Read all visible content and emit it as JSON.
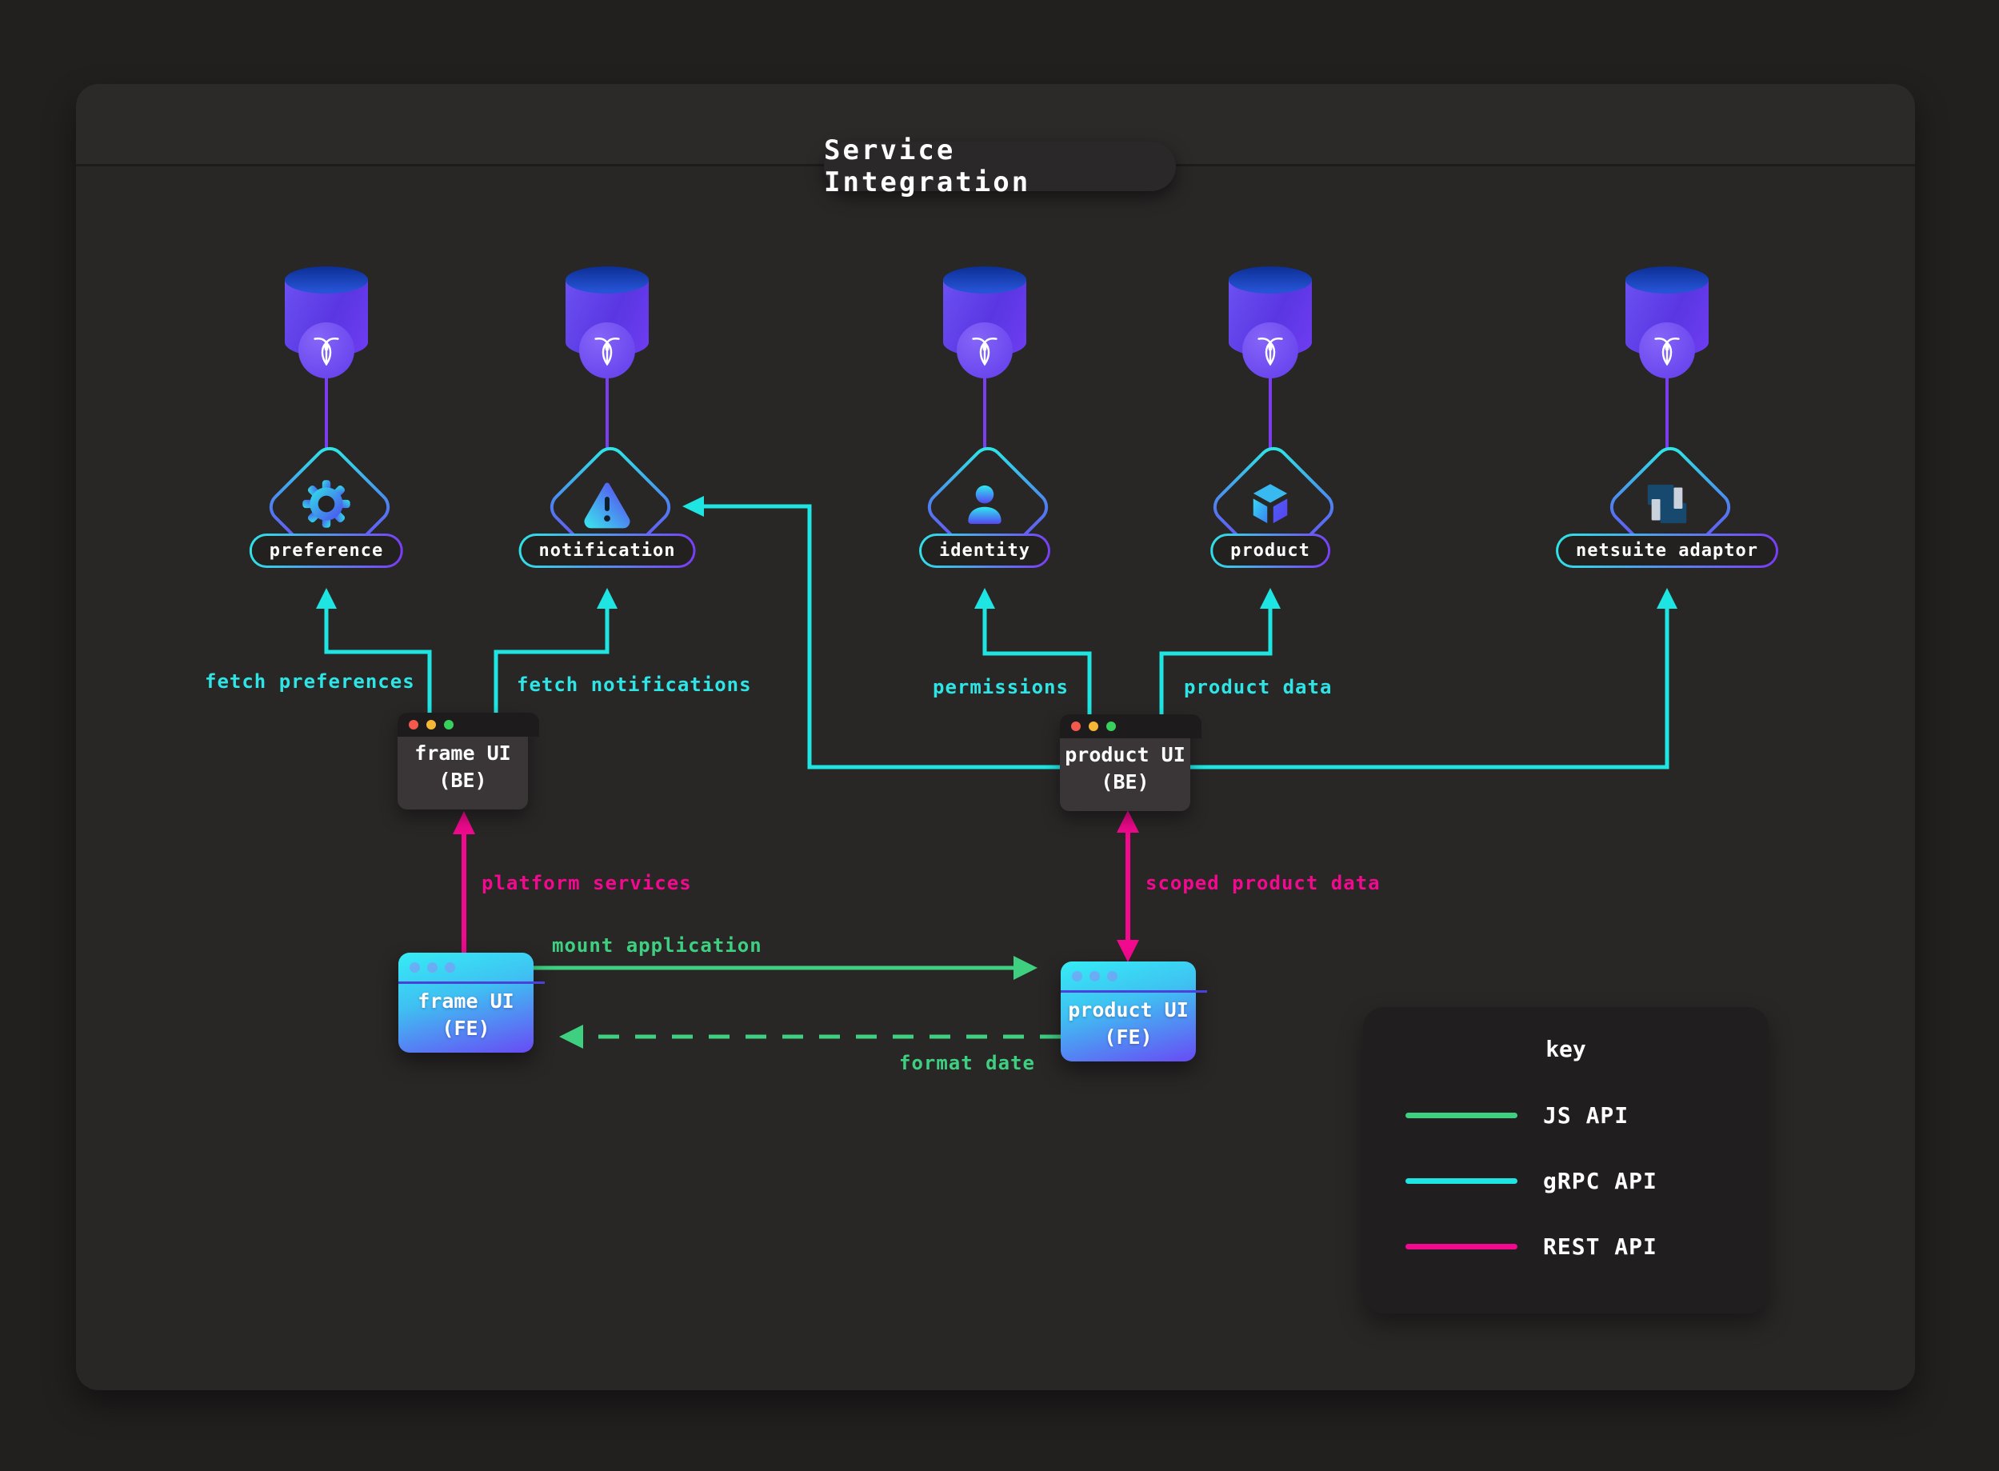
{
  "title": "Service Integration",
  "services": [
    {
      "label": "preference",
      "icon": "gear-icon"
    },
    {
      "label": "notification",
      "icon": "warning-icon"
    },
    {
      "label": "identity",
      "icon": "user-icon"
    },
    {
      "label": "product",
      "icon": "cube-icon"
    },
    {
      "label": "netsuite adaptor",
      "icon": "netsuite-icon"
    }
  ],
  "database_icon": "cockroachdb-icon",
  "windows": {
    "frame_be": {
      "title_lines": [
        "frame UI",
        "(BE)"
      ]
    },
    "product_be": {
      "title_lines": [
        "product UI",
        "(BE)"
      ]
    },
    "frame_fe": {
      "title_lines": [
        "frame UI",
        "(FE)"
      ]
    },
    "product_fe": {
      "title_lines": [
        "product UI",
        "(FE)"
      ]
    }
  },
  "window_dots": [
    "#f4594e",
    "#f5b836",
    "#37d05c"
  ],
  "edge_labels": {
    "fetch_preferences": "fetch preferences",
    "fetch_notifications": "fetch notifications",
    "permissions": "permissions",
    "product_data": "product data",
    "platform_services": "platform services",
    "scoped_product_data": "scoped product data",
    "mount_application": "mount application",
    "format_date": "format date"
  },
  "key": {
    "title": "key",
    "items": [
      {
        "label": "JS API",
        "color": "#3ecf81"
      },
      {
        "label": "gRPC API",
        "color": "#1fe5e2"
      },
      {
        "label": "REST API",
        "color": "#f1098e"
      }
    ]
  },
  "colors": {
    "js_api": "#3ecf81",
    "grpc_api": "#1fe5e2",
    "rest_api": "#f1098e",
    "db_link": "#7a3df0",
    "node_gradient_start": "#2ee6e6",
    "node_gradient_end": "#7a3af5"
  }
}
